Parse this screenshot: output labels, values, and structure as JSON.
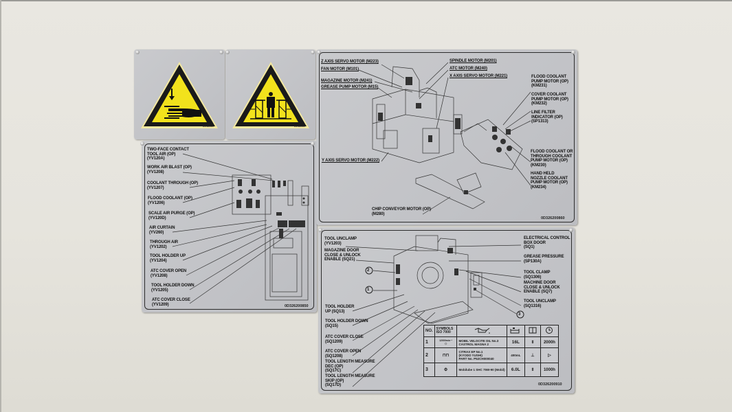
{
  "warning_signs": [
    {
      "name": "hand-crush-warning",
      "code": "DS1968000"
    },
    {
      "name": "body-crush-warning",
      "code": "DS1968000"
    }
  ],
  "air_panel": {
    "labels": [
      {
        "text": "TWO-FACE CONTACT\nTOOL AIR (OP)",
        "code": "(YV120A)"
      },
      {
        "text": "WORK AIR BLAST (OP)",
        "code": "(YV1208)"
      },
      {
        "text": "COOLANT THROUGH (OP)",
        "code": "(YV1207)"
      },
      {
        "text": "FLOOD COOLANT (OP)",
        "code": "(YV1206)"
      },
      {
        "text": "SCALE AIR PURGE (OP)",
        "code": "(YV120D)"
      },
      {
        "text": "AIR CURTAIN",
        "code": "(YV260)"
      },
      {
        "text": "THROUGH AIR",
        "code": "(YV1202)"
      },
      {
        "text": "TOOL HOLDER UP",
        "code": "(YV1204)"
      },
      {
        "text": "ATC COVER OPEN",
        "code": "(YV1208)"
      },
      {
        "text": "TOOL HOLDER DOWN",
        "code": "(YV1205)"
      },
      {
        "text": "ATC COVER CLOSE",
        "code": "(YV1209)"
      }
    ],
    "part_number": "0D326200850"
  },
  "motor_panel": {
    "labels_left": [
      "Z AXIS SERVO MOTOR (M223)",
      "FAN MOTOR (M101)",
      "MAGAZINE MOTOR (M241)",
      "GREASE PUMP MOTOR (M15)"
    ],
    "labels_top": [
      "SPINDLE MOTOR (M201)",
      "ATC MOTOR (M240)",
      "X AXIS SERVO MOTOR (M221)"
    ],
    "labels_right": [
      {
        "text": "FLOOD COOLANT\nPUMP MOTOR (OP)",
        "code": "(KM231)"
      },
      {
        "text": "COVER COOLANT\nPUMP MOTOR (OP)",
        "code": "(KM232)"
      },
      {
        "text": "LINE FILTER\nINDICATOR (OP)",
        "code": "(SP1313)"
      },
      {
        "text": "FLOOD COOLANT OR\nTHROUGH COOLANT\nPUMP MOTOR (OP)",
        "code": "(KM230)"
      },
      {
        "text": "HAND HELD\nNOZZLE COOLANT\nPUMP MOTOR (OP)",
        "code": "(KM234)"
      }
    ],
    "y_axis": "Y AXIS SERVO MOTOR (M222)",
    "chip_conveyor": {
      "text": "CHIP CONVEYOR MOTOR (OP)",
      "code": "(M280)"
    },
    "part_number": "0D326200860"
  },
  "sensor_panel": {
    "labels_left": [
      {
        "text": "TOOL UNCLAMP",
        "code": "(YV1203)"
      },
      {
        "text": "MAGAZINE DOOR\nCLOSE & UNLOCK\nENABLE (SQ21)",
        "code": ""
      },
      {
        "text": "TOOL HOLDER\nUP (SQ13)",
        "code": ""
      },
      {
        "text": "TOOL HOLDER DOWN",
        "code": "(SQ15)"
      },
      {
        "text": "ATC COVER CLOSE",
        "code": "(SQ1209)"
      },
      {
        "text": "ATC COVER OPEN",
        "code": "(SQ1208)"
      },
      {
        "text": "TOOL LENGTH MEASURE\nDEC (OP)",
        "code": "(SQ17C)"
      },
      {
        "text": "TOOL LENGTH MEASURE\nSKIP (OP)",
        "code": "(SQ17D)"
      }
    ],
    "labels_right": [
      {
        "text": "ELECTRICAL CONTROL\nBOX DOOR",
        "code": "(SQ1)"
      },
      {
        "text": "GREASE PRESSURE",
        "code": "(SP130A)"
      },
      {
        "text": "TOOL CLAMP",
        "code": "(SQ1306)"
      },
      {
        "text": "MACHINE DOOR\nCLOSE & UNLOCK\nENABLE (SQ7)",
        "code": ""
      },
      {
        "text": "TOOL UNCLAMP",
        "code": "(SQ1316)"
      }
    ],
    "callouts": [
      "1",
      "2",
      "3"
    ],
    "lube_table": {
      "headers": {
        "no": "NO.",
        "symbols": "SYMBOLS\nISO 7000"
      },
      "rows": [
        {
          "no": "1",
          "symbol_note": "12000min⁻¹",
          "oil": "MOBIL VELOCITE OIL No.3\nCASTROL MAGNA 2",
          "qty": "16L",
          "interval": "2000h"
        },
        {
          "no": "2",
          "symbol_note": "",
          "oil": "CITRAX EP No.1\n(KYODO YUSHI)\nPART No. P52CH000040",
          "qty": "400mL",
          "interval": ""
        },
        {
          "no": "3",
          "symbol_note": "",
          "oil": "Mobilube 1 SHC 75W-90 (Mobil)",
          "qty": "6.0L",
          "interval": "1000h"
        }
      ]
    },
    "part_number": "0D326200910"
  },
  "colors": {
    "wall": "#e7e5de",
    "plate": "#c4c5c9",
    "warning_yellow": "#f2e21c",
    "ink": "#111111"
  }
}
